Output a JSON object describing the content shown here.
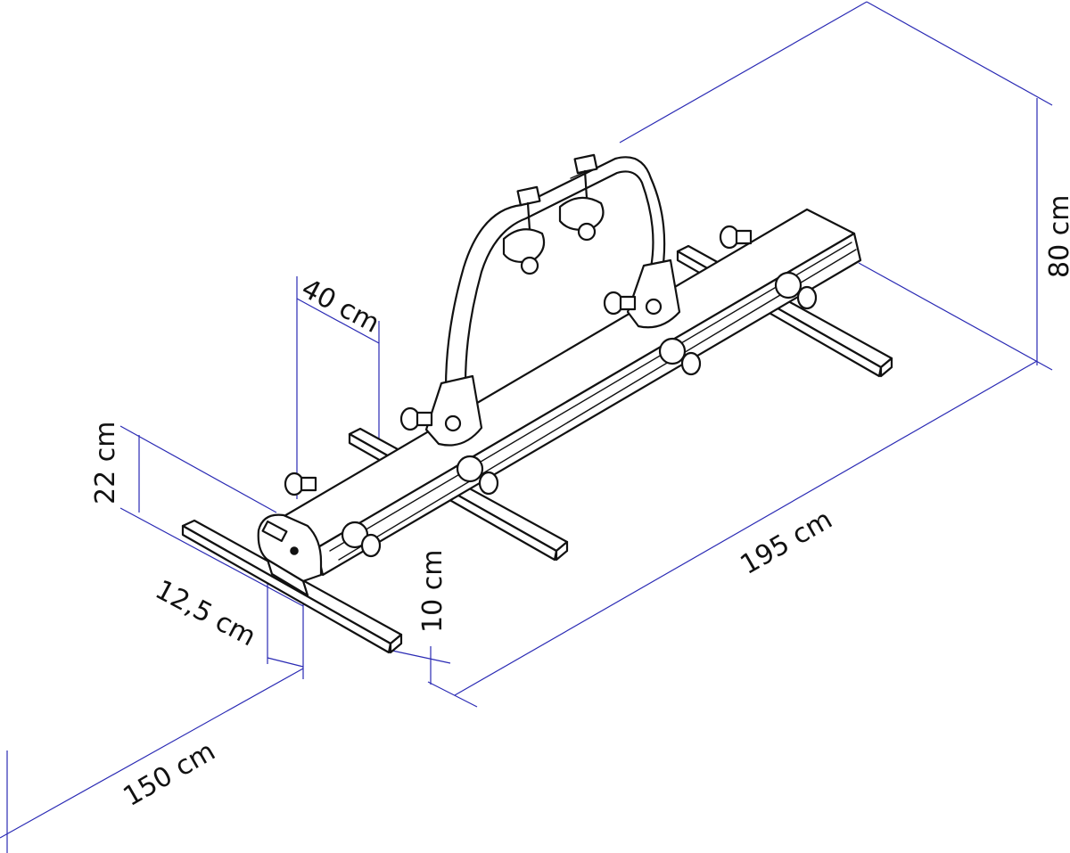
{
  "dimensions": {
    "height_80": "80 cm",
    "length_195": "195 cm",
    "width_40": "40 cm",
    "height_22": "22 cm",
    "height_10": "10 cm",
    "width_12_5": "12,5 cm",
    "length_150": "150 cm"
  },
  "colors": {
    "dimension_line": "#2a2ab4",
    "outline": "#111111",
    "background": "#ffffff"
  }
}
